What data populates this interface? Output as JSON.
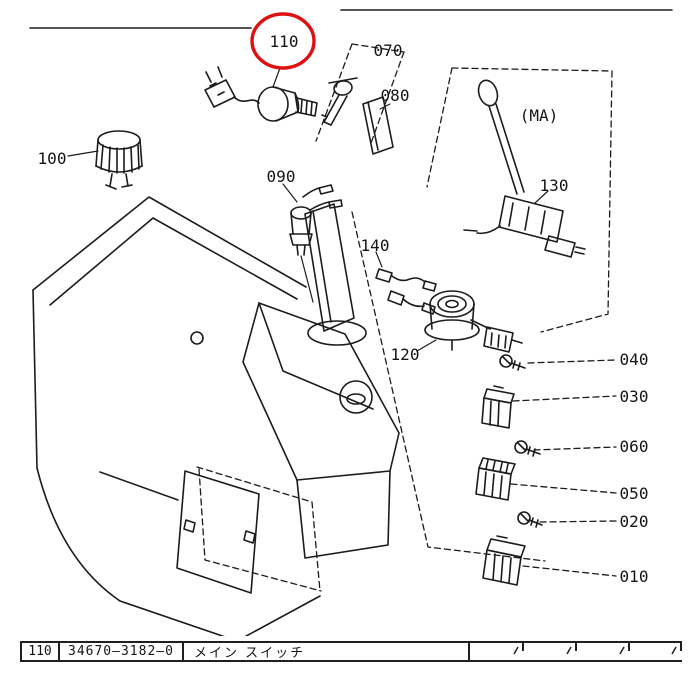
{
  "colors": {
    "paper": "#ffffff",
    "ink": "#1c1c1c",
    "highlight_circle": "#dd1111"
  },
  "diagram": {
    "callouts": [
      {
        "label": "110",
        "highlighted": true
      },
      {
        "label": "070",
        "highlighted": false
      },
      {
        "label": "080",
        "highlighted": false
      },
      {
        "label": "(MA)",
        "highlighted": false
      },
      {
        "label": "100",
        "highlighted": false
      },
      {
        "label": "090",
        "highlighted": false
      },
      {
        "label": "130",
        "highlighted": false
      },
      {
        "label": "140",
        "highlighted": false
      },
      {
        "label": "120",
        "highlighted": false
      },
      {
        "label": "040",
        "highlighted": false
      },
      {
        "label": "030",
        "highlighted": false
      },
      {
        "label": "060",
        "highlighted": false
      },
      {
        "label": "050",
        "highlighted": false
      },
      {
        "label": "020",
        "highlighted": false
      },
      {
        "label": "010",
        "highlighted": false
      }
    ]
  },
  "parts_table": {
    "ref_no": "110",
    "part_no": "34670—3182—0",
    "description": "メイン スイッチ"
  }
}
